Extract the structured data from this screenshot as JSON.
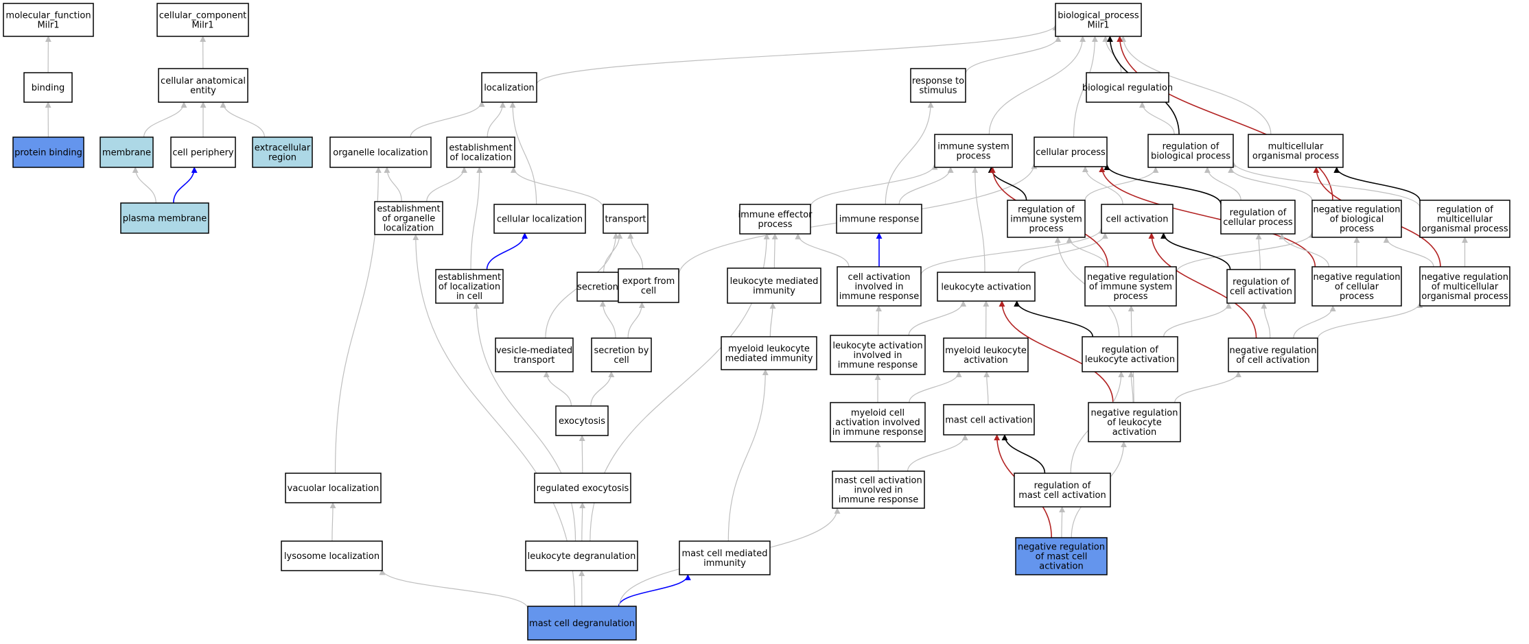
{
  "colors": {
    "default_fill": "#ffffff",
    "query_fill": "#6495ed",
    "component_fill": "#add8e6",
    "is_a_edge": "#bebebe",
    "part_of_edge": "#0000ff",
    "regulates_edge": "#000000",
    "negatively_regulates_edge": "#b22222"
  },
  "nodes": [
    {
      "id": "mf",
      "label": "molecular_function\nMilr1",
      "fill": "default"
    },
    {
      "id": "cc",
      "label": "cellular_component\nMilr1",
      "fill": "default"
    },
    {
      "id": "bp",
      "label": "biological_process\nMilr1",
      "fill": "default"
    },
    {
      "id": "binding",
      "label": "binding",
      "fill": "default"
    },
    {
      "id": "protein_binding",
      "label": "protein binding",
      "fill": "query"
    },
    {
      "id": "cae",
      "label": "cellular anatomical\nentity",
      "fill": "default"
    },
    {
      "id": "membrane",
      "label": "membrane",
      "fill": "component"
    },
    {
      "id": "cell_periphery",
      "label": "cell periphery",
      "fill": "default"
    },
    {
      "id": "extracellular",
      "label": "extracellular\nregion",
      "fill": "component"
    },
    {
      "id": "plasma_membrane",
      "label": "plasma membrane",
      "fill": "component"
    },
    {
      "id": "localization",
      "label": "localization",
      "fill": "default"
    },
    {
      "id": "organelle_loc",
      "label": "organelle localization",
      "fill": "default"
    },
    {
      "id": "est_loc",
      "label": "establishment\nof localization",
      "fill": "default"
    },
    {
      "id": "est_org_loc",
      "label": "establishment\nof organelle\nlocalization",
      "fill": "default"
    },
    {
      "id": "cellular_loc",
      "label": "cellular localization",
      "fill": "default"
    },
    {
      "id": "transport",
      "label": "transport",
      "fill": "default"
    },
    {
      "id": "est_loc_cell",
      "label": "establishment\nof localization\nin cell",
      "fill": "default"
    },
    {
      "id": "secretion",
      "label": "secretion",
      "fill": "default"
    },
    {
      "id": "export_cell",
      "label": "export from\ncell",
      "fill": "default"
    },
    {
      "id": "vesicle_transport",
      "label": "vesicle-mediated\ntransport",
      "fill": "default"
    },
    {
      "id": "secretion_cell",
      "label": "secretion by\ncell",
      "fill": "default"
    },
    {
      "id": "exocytosis",
      "label": "exocytosis",
      "fill": "default"
    },
    {
      "id": "regulated_exo",
      "label": "regulated exocytosis",
      "fill": "default"
    },
    {
      "id": "vacuolar_loc",
      "label": "vacuolar localization",
      "fill": "default"
    },
    {
      "id": "lysosome_loc",
      "label": "lysosome localization",
      "fill": "default"
    },
    {
      "id": "leuk_degran",
      "label": "leukocyte degranulation",
      "fill": "default"
    },
    {
      "id": "mc_degran",
      "label": "mast cell degranulation",
      "fill": "query"
    },
    {
      "id": "mc_med_imm",
      "label": "mast cell mediated\nimmunity",
      "fill": "default"
    },
    {
      "id": "response_stim",
      "label": "response to\nstimulus",
      "fill": "default"
    },
    {
      "id": "bio_reg",
      "label": "biological regulation",
      "fill": "default"
    },
    {
      "id": "immune_sys",
      "label": "immune system\nprocess",
      "fill": "default"
    },
    {
      "id": "cellular_proc",
      "label": "cellular process",
      "fill": "default"
    },
    {
      "id": "reg_bio",
      "label": "regulation of\nbiological process",
      "fill": "default"
    },
    {
      "id": "multicell",
      "label": "multicellular\norganismal process",
      "fill": "default"
    },
    {
      "id": "imm_effector",
      "label": "immune effector\nprocess",
      "fill": "default"
    },
    {
      "id": "imm_response",
      "label": "immune response",
      "fill": "default"
    },
    {
      "id": "reg_imm_sys",
      "label": "regulation of\nimmune system\nprocess",
      "fill": "default"
    },
    {
      "id": "cell_act",
      "label": "cell activation",
      "fill": "default"
    },
    {
      "id": "reg_cell_proc",
      "label": "regulation of\ncellular process",
      "fill": "default"
    },
    {
      "id": "neg_reg_bio",
      "label": "negative regulation\nof biological\nprocess",
      "fill": "default"
    },
    {
      "id": "reg_multi",
      "label": "regulation of\nmulticellular\norganismal process",
      "fill": "default"
    },
    {
      "id": "leuk_med_imm",
      "label": "leukocyte mediated\nimmunity",
      "fill": "default"
    },
    {
      "id": "ca_imm_resp",
      "label": "cell activation\ninvolved in\nimmune response",
      "fill": "default"
    },
    {
      "id": "leuk_act",
      "label": "leukocyte activation",
      "fill": "default"
    },
    {
      "id": "neg_reg_imm",
      "label": "negative regulation\nof immune system\nprocess",
      "fill": "default"
    },
    {
      "id": "reg_cell_act",
      "label": "regulation of\ncell activation",
      "fill": "default"
    },
    {
      "id": "neg_reg_cell_proc",
      "label": "negative regulation\nof cellular\nprocess",
      "fill": "default"
    },
    {
      "id": "neg_reg_multi",
      "label": "negative regulation\nof multicellular\norganismal process",
      "fill": "default"
    },
    {
      "id": "myeloid_med_imm",
      "label": "myeloid leukocyte\nmediated immunity",
      "fill": "default"
    },
    {
      "id": "la_imm_resp",
      "label": "leukocyte activation\ninvolved in\nimmune response",
      "fill": "default"
    },
    {
      "id": "myeloid_act",
      "label": "myeloid leukocyte\nactivation",
      "fill": "default"
    },
    {
      "id": "reg_leuk_act",
      "label": "regulation of\nleukocyte activation",
      "fill": "default"
    },
    {
      "id": "neg_reg_cell_act",
      "label": "negative regulation\nof cell activation",
      "fill": "default"
    },
    {
      "id": "myeloid_ca_imm",
      "label": "myeloid cell\nactivation involved\nin immune response",
      "fill": "default"
    },
    {
      "id": "mc_act",
      "label": "mast cell activation",
      "fill": "default"
    },
    {
      "id": "neg_reg_leuk_act",
      "label": "negative regulation\nof leukocyte\nactivation",
      "fill": "default"
    },
    {
      "id": "mca_imm_resp",
      "label": "mast cell activation\ninvolved in\nimmune response",
      "fill": "default"
    },
    {
      "id": "reg_mc_act",
      "label": "regulation of\nmast cell activation",
      "fill": "default"
    },
    {
      "id": "neg_reg_mc_act",
      "label": "negative regulation\nof mast cell\nactivation",
      "fill": "query"
    }
  ],
  "edges": [
    {
      "from": "binding",
      "to": "mf",
      "type": "is_a"
    },
    {
      "from": "protein_binding",
      "to": "binding",
      "type": "is_a"
    },
    {
      "from": "cae",
      "to": "cc",
      "type": "is_a"
    },
    {
      "from": "membrane",
      "to": "cae",
      "type": "is_a"
    },
    {
      "from": "cell_periphery",
      "to": "cae",
      "type": "is_a"
    },
    {
      "from": "extracellular",
      "to": "cae",
      "type": "is_a"
    },
    {
      "from": "plasma_membrane",
      "to": "membrane",
      "type": "is_a"
    },
    {
      "from": "plasma_membrane",
      "to": "cell_periphery",
      "type": "part_of"
    },
    {
      "from": "localization",
      "to": "bp",
      "type": "is_a"
    },
    {
      "from": "response_stim",
      "to": "bp",
      "type": "is_a"
    },
    {
      "from": "immune_sys",
      "to": "bp",
      "type": "is_a"
    },
    {
      "from": "cellular_proc",
      "to": "bp",
      "type": "is_a"
    },
    {
      "from": "bio_reg",
      "to": "bp",
      "type": "is_a"
    },
    {
      "from": "reg_bio",
      "to": "bp",
      "type": "regulates"
    },
    {
      "from": "multicell",
      "to": "bp",
      "type": "is_a"
    },
    {
      "from": "neg_reg_bio",
      "to": "bp",
      "type": "negatively_regulates"
    },
    {
      "from": "reg_bio",
      "to": "bio_reg",
      "type": "is_a"
    },
    {
      "from": "organelle_loc",
      "to": "localization",
      "type": "is_a"
    },
    {
      "from": "est_loc",
      "to": "localization",
      "type": "is_a"
    },
    {
      "from": "cellular_loc",
      "to": "localization",
      "type": "is_a"
    },
    {
      "from": "est_org_loc",
      "to": "organelle_loc",
      "type": "is_a"
    },
    {
      "from": "est_org_loc",
      "to": "est_loc",
      "type": "is_a"
    },
    {
      "from": "transport",
      "to": "est_loc",
      "type": "is_a"
    },
    {
      "from": "est_loc_cell",
      "to": "est_loc",
      "type": "is_a"
    },
    {
      "from": "est_loc_cell",
      "to": "cellular_loc",
      "type": "part_of"
    },
    {
      "from": "secretion",
      "to": "transport",
      "type": "is_a"
    },
    {
      "from": "export_cell",
      "to": "transport",
      "type": "is_a"
    },
    {
      "from": "vesicle_transport",
      "to": "transport",
      "type": "is_a"
    },
    {
      "from": "secretion_cell",
      "to": "secretion",
      "type": "is_a"
    },
    {
      "from": "secretion_cell",
      "to": "export_cell",
      "type": "is_a"
    },
    {
      "from": "exocytosis",
      "to": "vesicle_transport",
      "type": "is_a"
    },
    {
      "from": "exocytosis",
      "to": "secretion_cell",
      "type": "is_a"
    },
    {
      "from": "regulated_exo",
      "to": "exocytosis",
      "type": "is_a"
    },
    {
      "from": "leuk_degran",
      "to": "regulated_exo",
      "type": "is_a"
    },
    {
      "from": "leuk_degran",
      "to": "imm_effector",
      "type": "is_a"
    },
    {
      "from": "leuk_degran",
      "to": "est_loc_cell",
      "type": "is_a"
    },
    {
      "from": "vacuolar_loc",
      "to": "organelle_loc",
      "type": "is_a"
    },
    {
      "from": "lysosome_loc",
      "to": "vacuolar_loc",
      "type": "is_a"
    },
    {
      "from": "mc_degran",
      "to": "leuk_degran",
      "type": "is_a"
    },
    {
      "from": "mc_degran",
      "to": "lysosome_loc",
      "type": "is_a"
    },
    {
      "from": "mc_degran",
      "to": "est_org_loc",
      "type": "is_a"
    },
    {
      "from": "mc_degran",
      "to": "mc_med_imm",
      "type": "part_of"
    },
    {
      "from": "mc_degran",
      "to": "mca_imm_resp",
      "type": "is_a"
    },
    {
      "from": "mc_med_imm",
      "to": "myeloid_med_imm",
      "type": "is_a"
    },
    {
      "from": "myeloid_med_imm",
      "to": "leuk_med_imm",
      "type": "is_a"
    },
    {
      "from": "leuk_med_imm",
      "to": "imm_effector",
      "type": "is_a"
    },
    {
      "from": "imm_effector",
      "to": "immune_sys",
      "type": "is_a"
    },
    {
      "from": "imm_response",
      "to": "immune_sys",
      "type": "is_a"
    },
    {
      "from": "imm_response",
      "to": "response_stim",
      "type": "is_a"
    },
    {
      "from": "ca_imm_resp",
      "to": "imm_response",
      "type": "part_of"
    },
    {
      "from": "ca_imm_resp",
      "to": "imm_effector",
      "type": "is_a"
    },
    {
      "from": "ca_imm_resp",
      "to": "cell_act",
      "type": "is_a"
    },
    {
      "from": "export_cell",
      "to": "cellular_proc",
      "type": "is_a"
    },
    {
      "from": "cell_act",
      "to": "cellular_proc",
      "type": "is_a"
    },
    {
      "from": "leuk_act",
      "to": "immune_sys",
      "type": "is_a"
    },
    {
      "from": "leuk_act",
      "to": "cell_act",
      "type": "is_a"
    },
    {
      "from": "la_imm_resp",
      "to": "leuk_act",
      "type": "is_a"
    },
    {
      "from": "la_imm_resp",
      "to": "ca_imm_resp",
      "type": "is_a"
    },
    {
      "from": "myeloid_act",
      "to": "leuk_act",
      "type": "is_a"
    },
    {
      "from": "myeloid_ca_imm",
      "to": "la_imm_resp",
      "type": "is_a"
    },
    {
      "from": "myeloid_ca_imm",
      "to": "myeloid_act",
      "type": "is_a"
    },
    {
      "from": "mc_act",
      "to": "myeloid_act",
      "type": "is_a"
    },
    {
      "from": "mca_imm_resp",
      "to": "myeloid_ca_imm",
      "type": "is_a"
    },
    {
      "from": "mca_imm_resp",
      "to": "mc_act",
      "type": "is_a"
    },
    {
      "from": "reg_imm_sys",
      "to": "immune_sys",
      "type": "regulates"
    },
    {
      "from": "reg_imm_sys",
      "to": "reg_bio",
      "type": "is_a"
    },
    {
      "from": "reg_cell_proc",
      "to": "cellular_proc",
      "type": "regulates"
    },
    {
      "from": "reg_cell_proc",
      "to": "reg_bio",
      "type": "is_a"
    },
    {
      "from": "neg_reg_bio",
      "to": "reg_bio",
      "type": "is_a"
    },
    {
      "from": "reg_multi",
      "to": "multicell",
      "type": "regulates"
    },
    {
      "from": "reg_multi",
      "to": "reg_bio",
      "type": "is_a"
    },
    {
      "from": "neg_reg_imm",
      "to": "immune_sys",
      "type": "negatively_regulates"
    },
    {
      "from": "neg_reg_imm",
      "to": "reg_imm_sys",
      "type": "is_a"
    },
    {
      "from": "neg_reg_imm",
      "to": "neg_reg_bio",
      "type": "is_a"
    },
    {
      "from": "reg_cell_act",
      "to": "cell_act",
      "type": "regulates"
    },
    {
      "from": "reg_cell_act",
      "to": "reg_cell_proc",
      "type": "is_a"
    },
    {
      "from": "neg_reg_cell_proc",
      "to": "cellular_proc",
      "type": "negatively_regulates"
    },
    {
      "from": "neg_reg_cell_proc",
      "to": "reg_cell_proc",
      "type": "is_a"
    },
    {
      "from": "neg_reg_cell_proc",
      "to": "neg_reg_bio",
      "type": "is_a"
    },
    {
      "from": "neg_reg_multi",
      "to": "multicell",
      "type": "negatively_regulates"
    },
    {
      "from": "neg_reg_multi",
      "to": "reg_multi",
      "type": "is_a"
    },
    {
      "from": "neg_reg_multi",
      "to": "neg_reg_bio",
      "type": "is_a"
    },
    {
      "from": "reg_leuk_act",
      "to": "leuk_act",
      "type": "regulates"
    },
    {
      "from": "reg_leuk_act",
      "to": "reg_imm_sys",
      "type": "is_a"
    },
    {
      "from": "reg_leuk_act",
      "to": "reg_cell_act",
      "type": "is_a"
    },
    {
      "from": "neg_reg_cell_act",
      "to": "cell_act",
      "type": "negatively_regulates"
    },
    {
      "from": "neg_reg_cell_act",
      "to": "reg_cell_act",
      "type": "is_a"
    },
    {
      "from": "neg_reg_cell_act",
      "to": "neg_reg_cell_proc",
      "type": "is_a"
    },
    {
      "from": "neg_reg_cell_act",
      "to": "neg_reg_multi",
      "type": "is_a"
    },
    {
      "from": "neg_reg_leuk_act",
      "to": "leuk_act",
      "type": "negatively_regulates"
    },
    {
      "from": "neg_reg_leuk_act",
      "to": "reg_leuk_act",
      "type": "is_a"
    },
    {
      "from": "neg_reg_leuk_act",
      "to": "neg_reg_imm",
      "type": "is_a"
    },
    {
      "from": "neg_reg_leuk_act",
      "to": "neg_reg_cell_act",
      "type": "is_a"
    },
    {
      "from": "reg_mc_act",
      "to": "mc_act",
      "type": "regulates"
    },
    {
      "from": "reg_mc_act",
      "to": "reg_leuk_act",
      "type": "is_a"
    },
    {
      "from": "neg_reg_mc_act",
      "to": "mc_act",
      "type": "negatively_regulates"
    },
    {
      "from": "neg_reg_mc_act",
      "to": "reg_mc_act",
      "type": "is_a"
    },
    {
      "from": "neg_reg_mc_act",
      "to": "neg_reg_leuk_act",
      "type": "is_a"
    }
  ]
}
